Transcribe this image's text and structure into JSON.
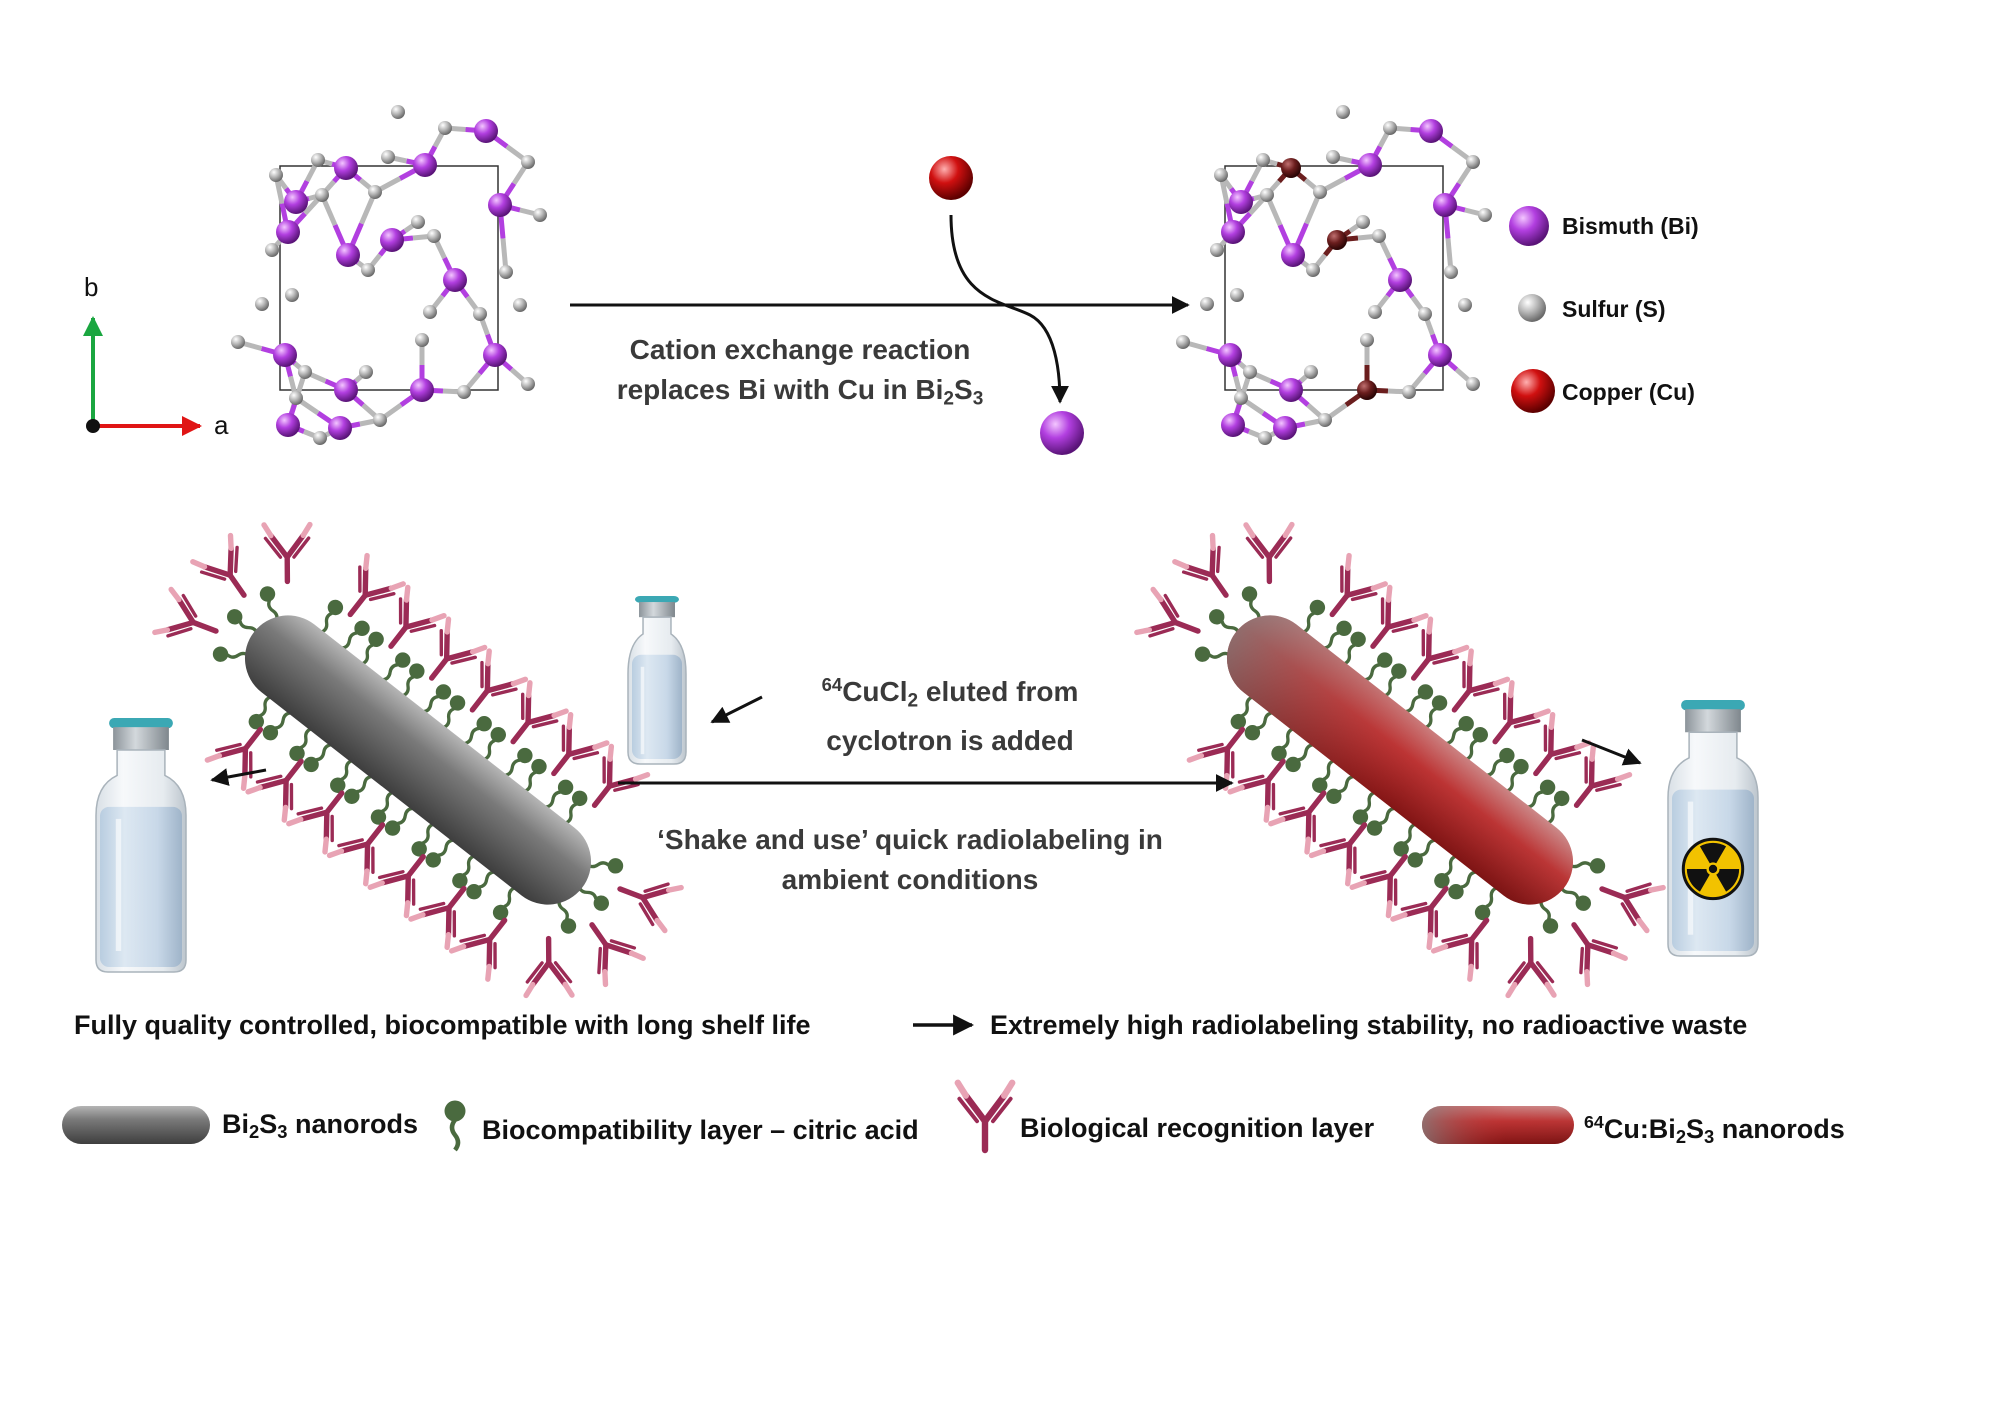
{
  "axes": {
    "b_label": "b",
    "a_label": "a"
  },
  "reaction": {
    "line1": "Cation exchange reaction",
    "line2_prefix": "replaces Bi with Cu in Bi",
    "line2_sub1": "2",
    "line2_mid": "S",
    "line2_sub2": "3"
  },
  "atom_legend": [
    {
      "label": "Bismuth (Bi)",
      "color": "#b23fe0"
    },
    {
      "label": "Sulfur (S)",
      "color": "#b0b0b0"
    },
    {
      "label": "Copper (Cu)",
      "color": "#d01010"
    }
  ],
  "elution": {
    "sup": "64",
    "part1": "CuCl",
    "sub": "2",
    "part2": " eluted from",
    "line2": "cyclotron is added"
  },
  "shake": {
    "line1": "‘Shake and use’ quick radiolabeling in",
    "line2": "ambient conditions"
  },
  "summary": {
    "left": "Fully quality controlled, biocompatible with long shelf life",
    "right": "Extremely high radiolabeling stability, no radioactive waste"
  },
  "legend": {
    "nanorod": {
      "prefix": "Bi",
      "sub1": "2",
      "mid": "S",
      "sub2": "3",
      "suffix": " nanorods"
    },
    "citric": "Biocompatibility layer – citric acid",
    "recognition": "Biological recognition layer",
    "cu_nanorod": {
      "sup": "64",
      "prefix": "Cu:Bi",
      "sub1": "2",
      "mid": "S",
      "sub2": "3",
      "suffix": " nanorods"
    }
  },
  "colors": {
    "bismuth": "#b23fe0",
    "sulfur": "#b0b0b0",
    "copper": "#d01010",
    "copper_doped": "#6b1e1e",
    "antibody": "#9b2b55",
    "citric": "#4a6a3f",
    "rod": "#666666",
    "vial_cap": "#3ba8b4",
    "axis_b": "#1aa640",
    "axis_a": "#e01515"
  }
}
